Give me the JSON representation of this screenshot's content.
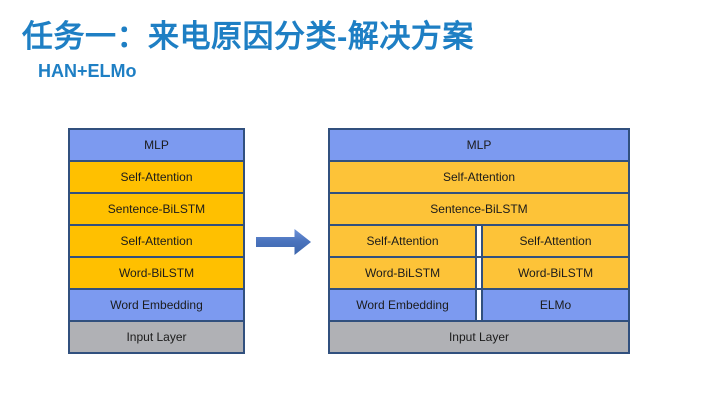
{
  "page": {
    "title": "任务一：来电原因分类-解决方案",
    "subtitle": "HAN+ELMo"
  },
  "colors": {
    "title_blue": "#1e7fc4",
    "border": "#31507e",
    "box_blue": "#7c9af0",
    "orange_left": "#ffc000",
    "orange_right": "#fdc338",
    "box_gray": "#b0b1b5",
    "arrow_blue": "#4472c4"
  },
  "left_diagram": {
    "rows": [
      {
        "label": "MLP",
        "fill": "blue"
      },
      {
        "label": "Self-Attention",
        "fill": "orange"
      },
      {
        "label": "Sentence-BiLSTM",
        "fill": "orange"
      },
      {
        "label": "Self-Attention",
        "fill": "orange"
      },
      {
        "label": "Word-BiLSTM",
        "fill": "orange"
      },
      {
        "label": "Word Embedding",
        "fill": "blue"
      },
      {
        "label": "Input Layer",
        "fill": "gray"
      }
    ]
  },
  "right_diagram": {
    "rows": [
      {
        "cells": [
          {
            "label": "MLP",
            "fill": "blue"
          }
        ]
      },
      {
        "cells": [
          {
            "label": "Self-Attention",
            "fill": "orange"
          }
        ]
      },
      {
        "cells": [
          {
            "label": "Sentence-BiLSTM",
            "fill": "orange"
          }
        ]
      },
      {
        "cells": [
          {
            "label": "Self-Attention",
            "fill": "orange"
          },
          {
            "label": "Self-Attention",
            "fill": "orange"
          }
        ]
      },
      {
        "cells": [
          {
            "label": "Word-BiLSTM",
            "fill": "orange"
          },
          {
            "label": "Word-BiLSTM",
            "fill": "orange"
          }
        ]
      },
      {
        "cells": [
          {
            "label": "Word Embedding",
            "fill": "blue"
          },
          {
            "label": "ELMo",
            "fill": "blue"
          }
        ]
      },
      {
        "cells": [
          {
            "label": "Input Layer",
            "fill": "gray"
          }
        ]
      }
    ]
  }
}
